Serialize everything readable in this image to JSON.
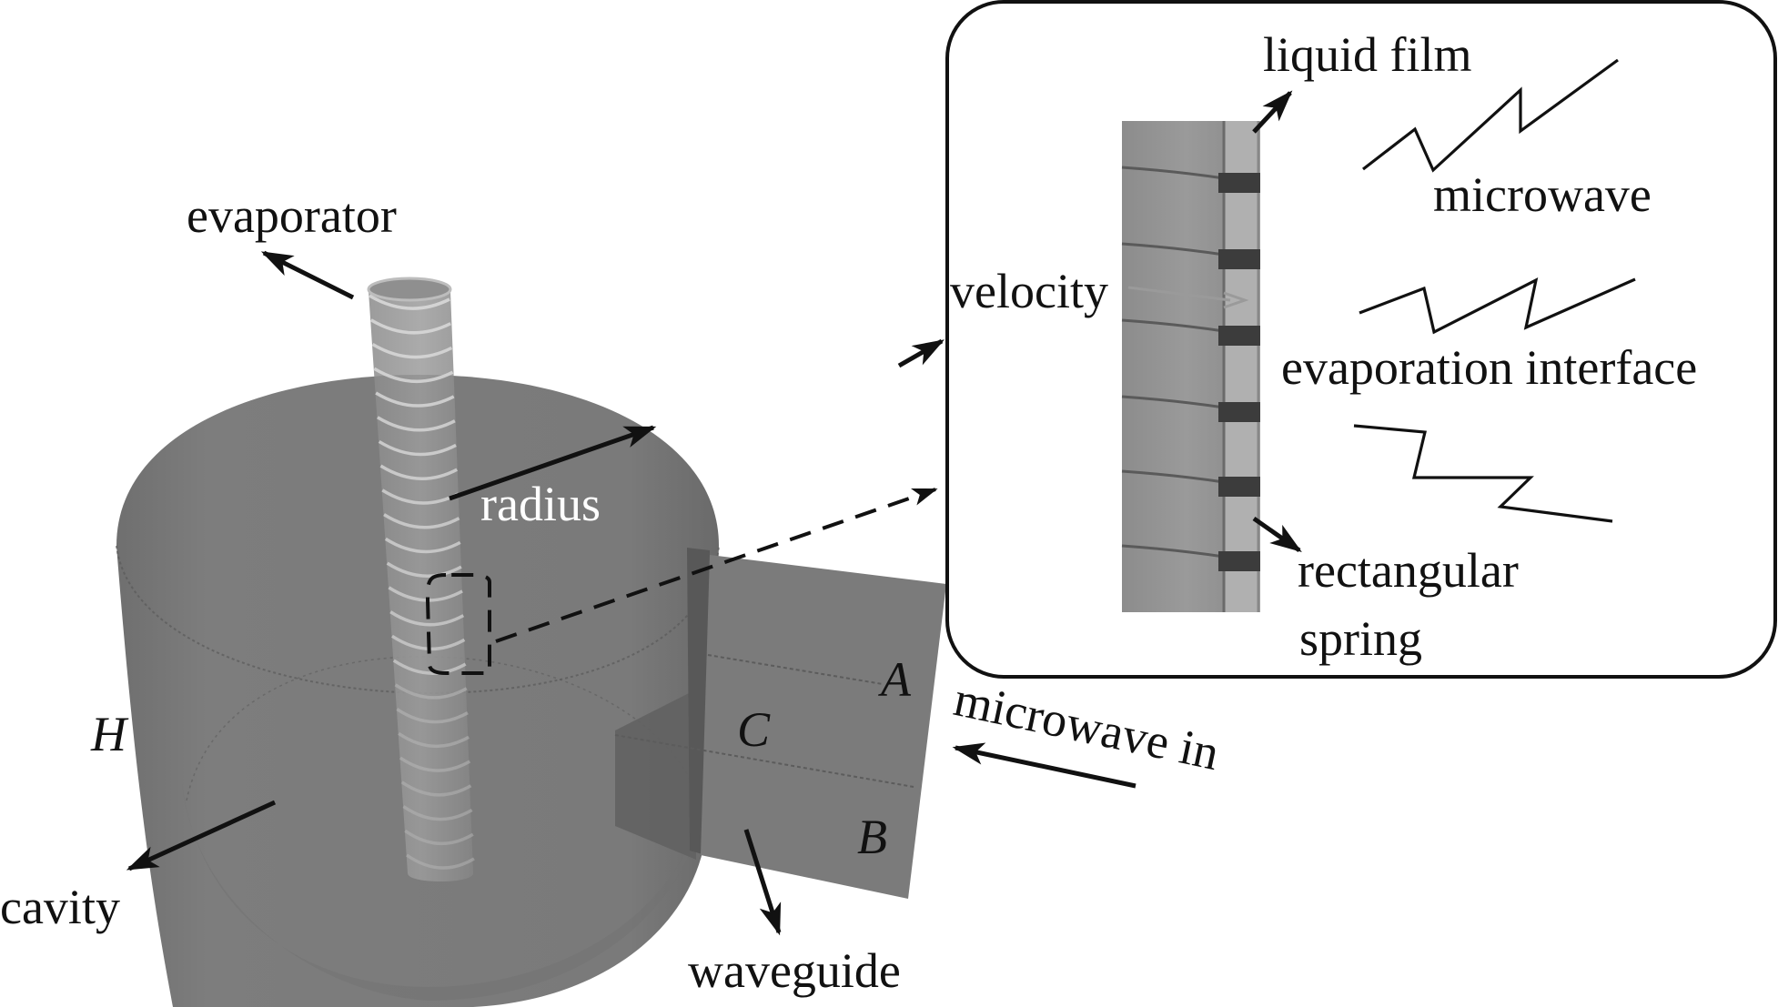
{
  "figure": {
    "labels": {
      "evaporator": "evaporator",
      "radius": "radius",
      "H": "H",
      "cavity": "cavity",
      "waveguide": "waveguide",
      "A": "A",
      "B": "B",
      "C": "C",
      "microwave_in": "microwave in"
    },
    "inset": {
      "liquid_film": "liquid film",
      "velocity": "velocity",
      "microwave": "microwave",
      "evaporation_interface": "evaporation interface",
      "rectangular": "rectangular",
      "spring": "spring"
    },
    "colors": {
      "body_gray": "#7a7a7a",
      "dark_gray": "#5e5e5e",
      "light_gray": "#a9a9a9",
      "line": "#111111",
      "background": "#ffffff"
    }
  }
}
